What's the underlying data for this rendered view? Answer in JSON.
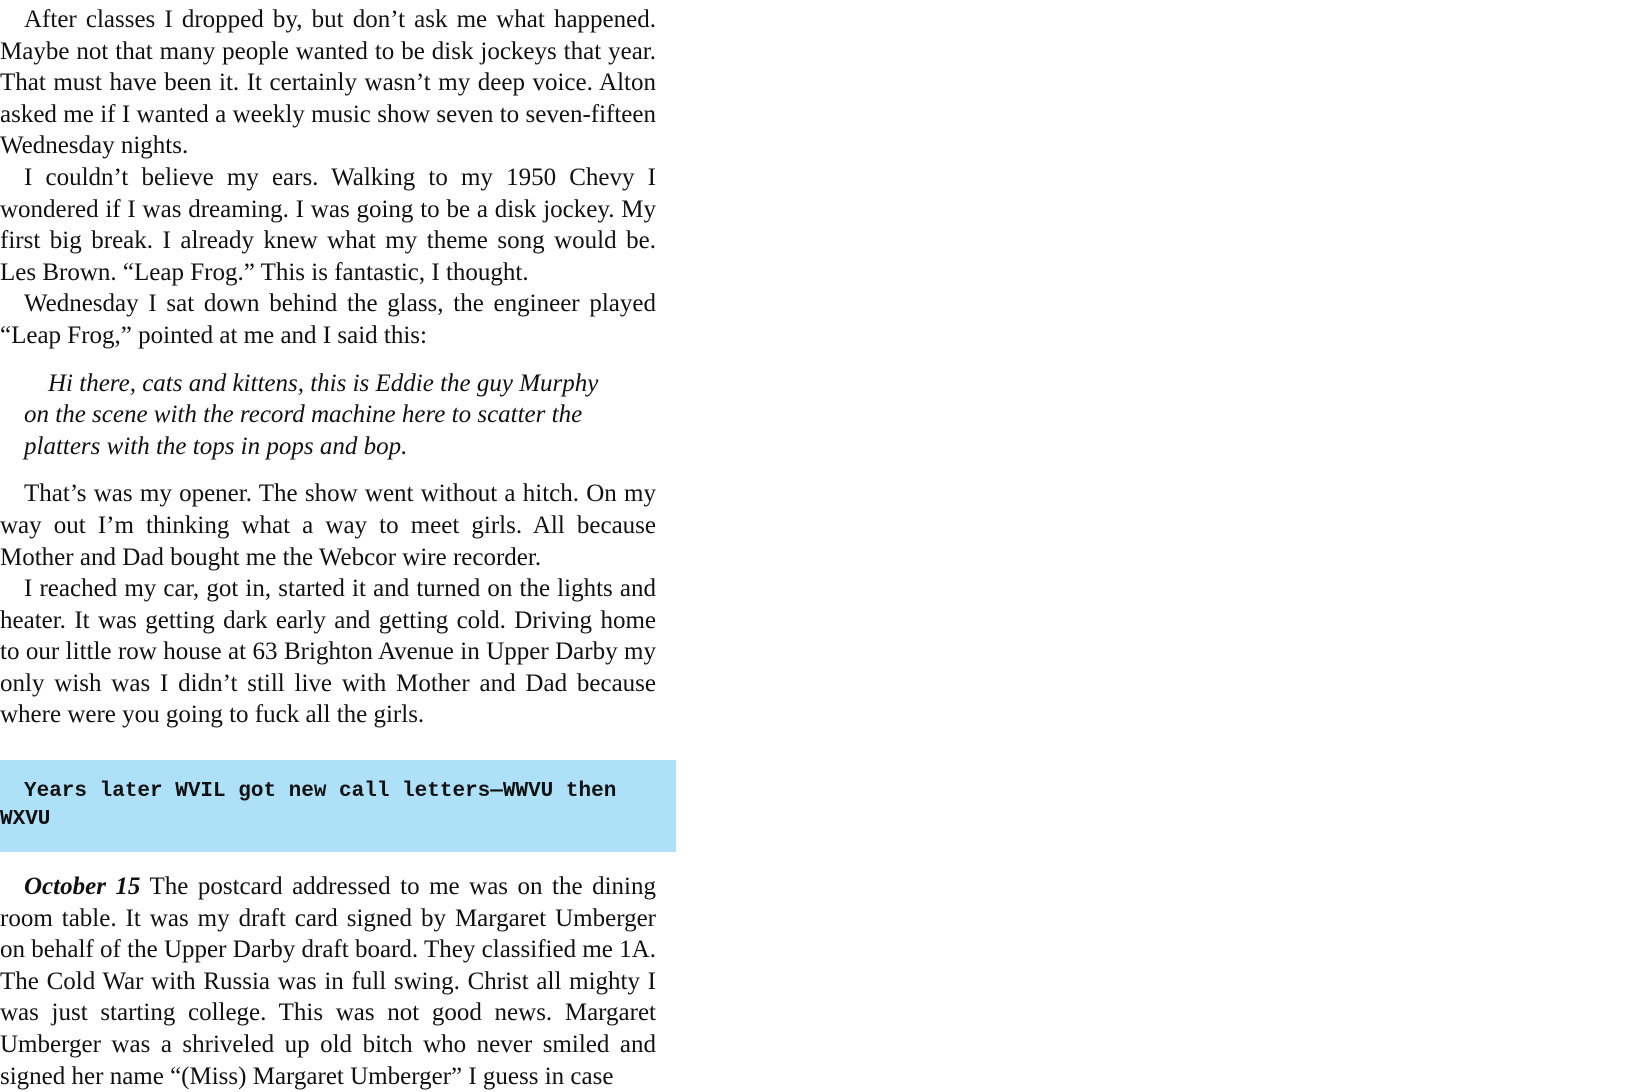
{
  "paragraphs": [
    "After classes I dropped by, but don’t ask me what happened. Maybe not that many people wanted to be disk jockeys that year. That must have been it. It certainly wasn’t my deep voice. Alton asked me if I wanted a weekly music show seven to seven-fifteen Wednesday nights.",
    "I couldn’t believe my ears. Walking to my 1950 Chevy I wondered if I was dreaming. I was going to be a disk jockey. My first big break. I already knew what my theme song would be. Les Brown. “Leap Frog.” This is fantastic, I thought.",
    "Wednesday I sat down behind the glass, the engineer played “Leap Frog,” pointed at me and I said this:"
  ],
  "quote": "Hi there, cats and kittens, this is Eddie the guy Murphy on the scene with the record machine here to scatter the platters with the tops in pops and bop.",
  "paragraphs_after_quote": [
    "That’s was my opener. The show went without a hitch. On my way out I’m thinking what a way to meet girls. All because Mother and Dad bought me the Webcor wire recorder.",
    "I reached my car, got in, started it and turned on the lights and heater. It was getting dark early and getting cold. Driving home to our little row house at 63 Brighton Avenue in Upper Darby my only wish was I didn’t still live with Mother and Dad because where were you going to fuck all the girls."
  ],
  "note": {
    "text": "Years later WVIL got new call letters—WWVU then WXVU",
    "background_color": "#aee0f8"
  },
  "entry": {
    "date_label": "October 15",
    "text": " The postcard addressed to me was on the dining room table. It was my draft card signed by Margaret Umberger on behalf of the Upper Darby draft board. They classified me 1A. The Cold War with Russia was in full swing. Christ all mighty I was just starting college. This was not good news. Margaret Umberger was a shriveled up old bitch who never smiled and signed her name “(Miss) Margaret Umberger” I guess in case"
  }
}
